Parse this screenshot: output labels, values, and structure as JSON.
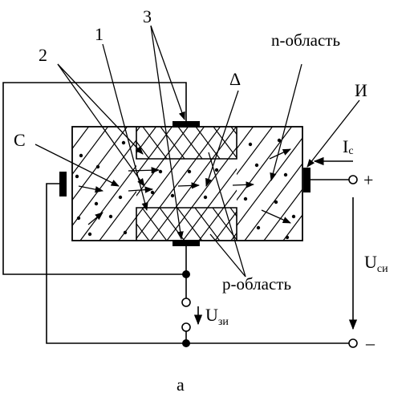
{
  "labels": {
    "num_1": "1",
    "num_2": "2",
    "num_3": "3",
    "delta": "Δ",
    "n_region": "n-область",
    "p_region": "p-область",
    "source": "С",
    "drain": "И",
    "current_main": "I",
    "current_sub": "c",
    "plus": "+",
    "minus": "–",
    "u_si_main": "U",
    "u_si_sub": "си",
    "u_zi_main": "U",
    "u_zi_sub": "зи",
    "caption": "а"
  },
  "colors": {
    "ink": "#000000",
    "background": "#ffffff"
  }
}
